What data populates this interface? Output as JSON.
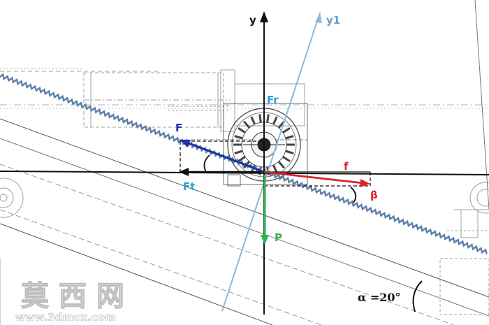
{
  "diagram": {
    "labels": {
      "y_axis": "y",
      "y1_axis": "y1",
      "force_fr": "Fr",
      "force_f": "F",
      "force_ft": "Ft",
      "friction_f": "f",
      "beta": "β",
      "weight_p": "P",
      "alpha": "α =20°"
    },
    "colors": {
      "axis": "#111111",
      "y1_axis": "#8fb6de",
      "force_f": "#1f2fa6",
      "force_fr": "#2a9fd6",
      "force_ft": "#2a9fd6",
      "friction_f": "#e0202a",
      "weight_p": "#2bb34a",
      "rack": "#5d7fa8",
      "machine_lines": "#9a9a9a"
    }
  },
  "watermark": {
    "cn_text": "莫 西 网",
    "url": "www.3dmox.com"
  }
}
